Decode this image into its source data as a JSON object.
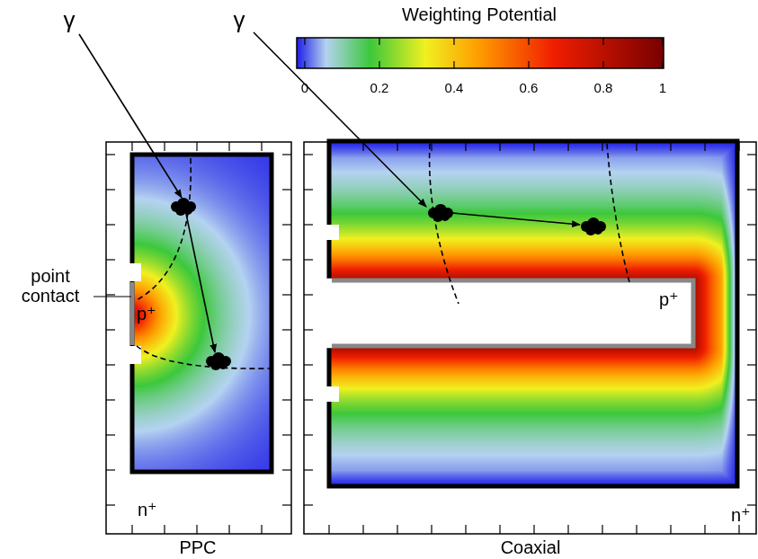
{
  "diagram": {
    "labels": [
      "Weighting Potential",
      "0",
      "0.2",
      "0.4",
      "0.6",
      "0.8",
      "1",
      "γ",
      "γ",
      "point contact",
      "p⁺",
      "n⁺",
      "p⁺",
      "n⁺",
      "PPC",
      "Coaxial"
    ]
  }
}
